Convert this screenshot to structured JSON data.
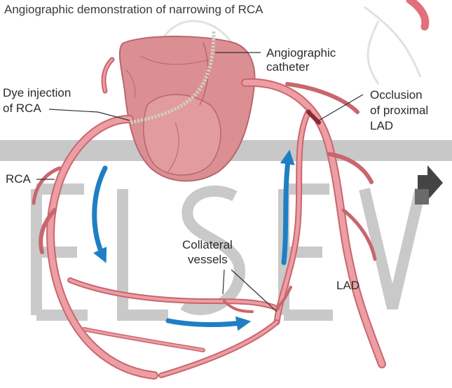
{
  "title": "Angiographic demonstration of narrowing of RCA",
  "labels": {
    "catheter_line1": "Angiographic",
    "catheter_line2": "catheter",
    "dye_line1": "Dye injection",
    "dye_line2": "of RCA",
    "occlusion_line1": "Occlusion",
    "occlusion_line2": "of proximal",
    "occlusion_line3": "LAD",
    "rca": "RCA",
    "collateral_line1": "Collateral",
    "collateral_line2": "vessels",
    "lad": "LAD"
  },
  "watermark": "ELSEVIER",
  "colors": {
    "vessel": "#e9939a",
    "vessel_outline": "#c9666e",
    "heart": "#d98d8f",
    "flow_arrow": "#1f7fc4",
    "watermark": "#8f8f8f"
  }
}
